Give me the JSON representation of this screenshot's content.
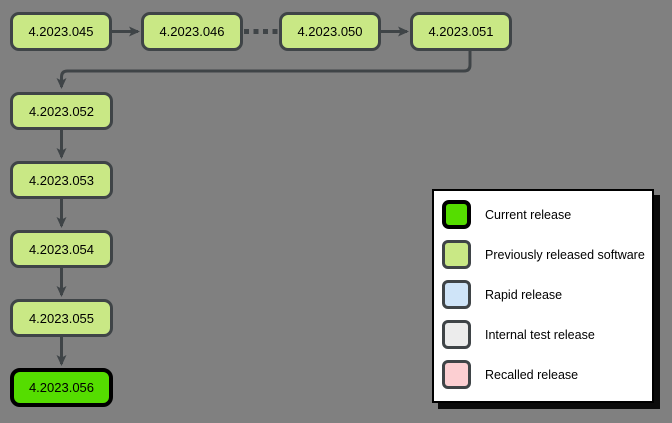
{
  "diagram": {
    "background": "#808080",
    "line_color": "#3f4447",
    "node_fill": "#c9e885",
    "node_border": "#3f4447",
    "current_fill": "#55dd00",
    "current_border": "#000000",
    "nodes": [
      {
        "id": "n045",
        "label": "4.2023.045",
        "type": "previous"
      },
      {
        "id": "n046",
        "label": "4.2023.046",
        "type": "previous"
      },
      {
        "id": "n050",
        "label": "4.2023.050",
        "type": "previous"
      },
      {
        "id": "n051",
        "label": "4.2023.051",
        "type": "previous"
      },
      {
        "id": "n052",
        "label": "4.2023.052",
        "type": "previous"
      },
      {
        "id": "n053",
        "label": "4.2023.053",
        "type": "previous"
      },
      {
        "id": "n054",
        "label": "4.2023.054",
        "type": "previous"
      },
      {
        "id": "n055",
        "label": "4.2023.055",
        "type": "previous"
      },
      {
        "id": "n056",
        "label": "4.2023.056",
        "type": "current"
      }
    ],
    "edges": [
      {
        "from": "n045",
        "to": "n046",
        "style": "solid-arrow"
      },
      {
        "from": "n046",
        "to": "n050",
        "style": "dashed"
      },
      {
        "from": "n050",
        "to": "n051",
        "style": "solid-arrow"
      },
      {
        "from": "n051",
        "to": "n052",
        "style": "elbow-arrow"
      },
      {
        "from": "n052",
        "to": "n053",
        "style": "solid-arrow"
      },
      {
        "from": "n053",
        "to": "n054",
        "style": "solid-arrow"
      },
      {
        "from": "n054",
        "to": "n055",
        "style": "solid-arrow"
      },
      {
        "from": "n055",
        "to": "n056",
        "style": "solid-arrow"
      }
    ]
  },
  "legend": {
    "background": "#ffffff",
    "border": "#000000",
    "items": [
      {
        "label": "Current release",
        "fill": "#55dd00",
        "border": "#000000",
        "border_width": 4
      },
      {
        "label": "Previously released software",
        "fill": "#c9e885",
        "border": "#3f4447",
        "border_width": 3
      },
      {
        "label": "Rapid release",
        "fill": "#cfe4f8",
        "border": "#3f4447",
        "border_width": 3
      },
      {
        "label": "Internal test release",
        "fill": "#ececec",
        "border": "#3f4447",
        "border_width": 3
      },
      {
        "label": "Recalled release",
        "fill": "#fccfd2",
        "border": "#3f4447",
        "border_width": 3
      }
    ]
  }
}
